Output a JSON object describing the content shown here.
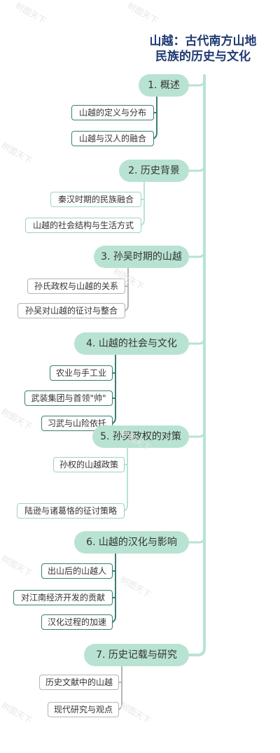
{
  "title": {
    "line1": "山越：古代南方山地",
    "line2": "民族的历史与文化"
  },
  "colors": {
    "trunk": "#b8e3d2",
    "branch_fill": "#b8e3d2",
    "group_dark": "#3a7f72",
    "group_gray": "#b5b5b5"
  },
  "watermark": "树图天下",
  "branches": [
    {
      "label": "1. 概述",
      "style": "dark",
      "leaves": [
        "山越的定义与分布",
        "山越与汉人的融合"
      ]
    },
    {
      "label": "2. 历史背景",
      "style": "light",
      "leaves": [
        "秦汉时期的民族融合",
        "山越的社会结构与生活方式"
      ]
    },
    {
      "label": "3. 孙吴时期的山越",
      "style": "gray",
      "leaves": [
        "孙氏政权与山越的关系",
        "孙吴对山越的征讨与整合"
      ]
    },
    {
      "label": "4. 山越的社会与文化",
      "style": "dark",
      "leaves": [
        "农业与手工业",
        "武装集团与首领\"帅\"",
        "习武与山险依托"
      ]
    },
    {
      "label": "5. 孙吴政权的对策",
      "style": "light",
      "leaves": [
        "孙权的山越政策",
        "陆逊与诸葛恪的征讨策略"
      ]
    },
    {
      "label": "6. 山越的汉化与影响",
      "style": "dark",
      "leaves": [
        "出山后的山越人",
        "对江南经济开发的贡献",
        "汉化过程的加速"
      ]
    },
    {
      "label": "7. 历史记载与研究",
      "style": "gray",
      "leaves": [
        "历史文献中的山越",
        "现代研究与观点"
      ]
    }
  ]
}
